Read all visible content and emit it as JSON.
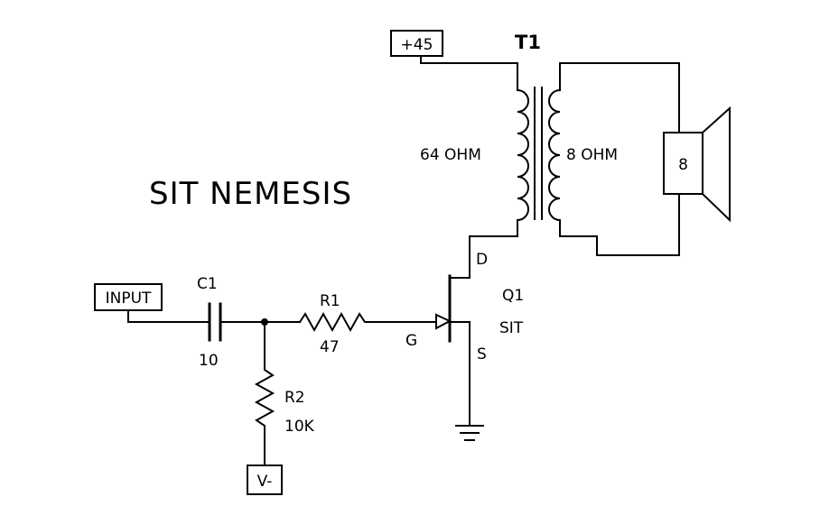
{
  "title": "SIT NEMESIS",
  "ports": {
    "supply": "+45",
    "input": "INPUT",
    "negative": "V-"
  },
  "transformer": {
    "ref": "T1",
    "primary": "64 OHM",
    "secondary": "8 OHM"
  },
  "speaker": {
    "label": "8"
  },
  "capacitor": {
    "ref": "C1",
    "value": "10"
  },
  "resistor_r1": {
    "ref": "R1",
    "value": "47"
  },
  "resistor_r2": {
    "ref": "R2",
    "value": "10K"
  },
  "transistor": {
    "ref": "Q1",
    "type": "SIT",
    "drain": "D",
    "gate": "G",
    "source": "S"
  }
}
